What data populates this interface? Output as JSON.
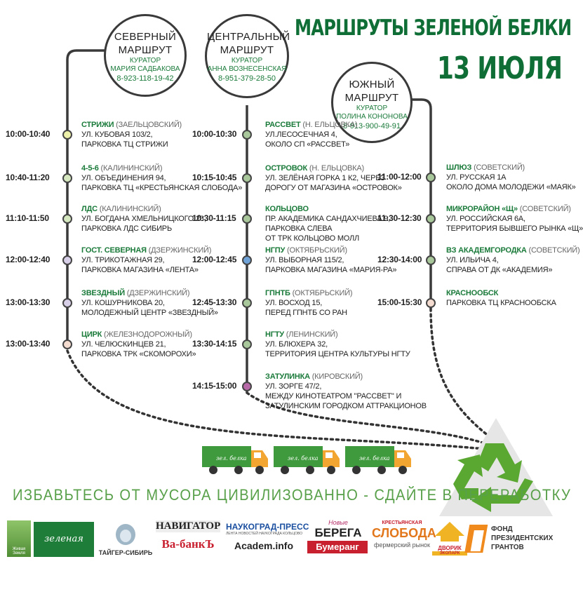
{
  "header": {
    "title": "МАРШРУТЫ ЗЕЛЕНОЙ БЕЛКИ",
    "date": "13 ИЮЛЯ"
  },
  "routes": [
    {
      "name_line1": "СЕВЕРНЫЙ",
      "name_line2": "МАРШРУТ",
      "curator_label": "КУРАТОР",
      "curator_name": "МАРИЯ САДБАКОВА",
      "phone": "8-923-118-19-42",
      "stops": [
        {
          "time": "10:00-10:40",
          "name": "СТРИЖИ",
          "district": " (ЗАЕЛЬЦОВСКИЙ)",
          "lines": [
            "УЛ. КУБОВАЯ 103/2,",
            "ПАРКОВКА ТЦ СТРИЖИ"
          ],
          "color": "#ecf0a8"
        },
        {
          "time": "10:40-11:20",
          "name": "4-5-6",
          "district": " (КАЛИНИНСКИЙ)",
          "lines": [
            "УЛ. ОБЪЕДИНЕНИЯ 94,",
            "ПАРКОВКА ТЦ «КРЕСТЬЯНСКАЯ СЛОБОДА»"
          ],
          "color": "#d5e8c0"
        },
        {
          "time": "11:10-11:50",
          "name": "ЛДС",
          "district": " (КАЛИНИНСКИЙ)",
          "lines": [
            "УЛ. БОГДАНА ХМЕЛЬНИЦКОГО 23,",
            "ПАРКОВКА ЛДС СИБИРЬ"
          ],
          "color": "#d5e8c0"
        },
        {
          "time": "12:00-12:40",
          "name": "ГОСТ. СЕВЕРНАЯ",
          "district": " (ДЗЕРЖИНСКИЙ)",
          "lines": [
            "УЛ. ТРИКОТАЖНАЯ 29,",
            "ПАРКОВКА МАГАЗИНА «ЛЕНТА»"
          ],
          "color": "#d8cfe8"
        },
        {
          "time": "13:00-13:30",
          "name": "ЗВЕЗДНЫЙ",
          "district": " (ДЗЕРЖИНСКИЙ)",
          "lines": [
            "УЛ. КОШУРНИКОВА 20,",
            "МОЛОДЕЖНЫЙ ЦЕНТР «ЗВЕЗДНЫЙ»"
          ],
          "color": "#d8cfe8"
        },
        {
          "time": "13:00-13:40",
          "name": "ЦИРК",
          "district": " (ЖЕЛЕЗНОДОРОЖНЫЙ)",
          "lines": [
            "УЛ. ЧЕЛЮСКИНЦЕВ 21,",
            "ПАРКОВКА ТРК «СКОМОРОХИ»"
          ],
          "color": "#f5dcd0"
        }
      ]
    },
    {
      "name_line1": "ЦЕНТРАЛЬНЫЙ",
      "name_line2": "МАРШРУТ",
      "curator_label": "КУРАТОР",
      "curator_name": "АННА ВОЗНЕСЕНСКАЯ",
      "phone": "8-951-379-28-50",
      "stops": [
        {
          "time": "10:00-10:30",
          "name": "РАССВЕТ",
          "district": " (Н. ЕЛЬЦОВКА)",
          "lines": [
            "УЛ.ЛЕСОСЕЧНАЯ 4,",
            "ОКОЛО СП «РАССВЕТ»"
          ],
          "color": "#a8c79a"
        },
        {
          "time": "10:15-10:45",
          "name": "ОСТРОВОК",
          "district": " (Н. ЕЛЬЦОВКА)",
          "lines": [
            "УЛ. ЗЕЛЁНАЯ ГОРКА 1 К2, ЧЕРЕЗ",
            "ДОРОГУ ОТ МАГАЗИНА «ОСТРОВОК»"
          ],
          "color": "#a8c79a"
        },
        {
          "time": "10:30-11:15",
          "name": "КОЛЬЦОВО",
          "district": "",
          "lines": [
            "ПР. АКАДЕМИКА САНДАХЧИЕВА 9,",
            "ПАРКОВКА СЛЕВА",
            "ОТ ТРК КОЛЬЦОВО МОЛЛ"
          ],
          "color": "#a8c79a"
        },
        {
          "time": "12:00-12:45",
          "name": "НГПУ",
          "district": " (ОКТЯБРЬСКИЙ)",
          "lines": [
            "УЛ. ВЫБОРНАЯ 115/2,",
            "ПАРКОВКА МАГАЗИНА «МАРИЯ-РА»"
          ],
          "color": "#6fa3d8"
        },
        {
          "time": "12:45-13:30",
          "name": "ГПНТБ",
          "district": " (ОКТЯБРЬСКИЙ)",
          "lines": [
            "УЛ. ВОСХОД 15,",
            "ПЕРЕД ГПНТБ СО РАН"
          ],
          "color": "#a8c79a"
        },
        {
          "time": "13:30-14:15",
          "name": "НГТУ",
          "district": " (ЛЕНИНСКИЙ)",
          "lines": [
            "УЛ. БЛЮХЕРА 32,",
            "ТЕРРИТОРИЯ ЦЕНТРА КУЛЬТУРЫ НГТУ"
          ],
          "color": "#a8c79a"
        },
        {
          "time": "14:15-15:00",
          "name": "ЗАТУЛИНКА",
          "district": " (КИРОВСКИЙ)",
          "lines": [
            "УЛ. ЗОРГЕ 47/2,",
            "МЕЖДУ КИНОТЕАТРОМ \"РАССВЕТ\" И",
            "ЗАТУЛИНСКИМ ГОРОДКОМ АТТРАКЦИОНОВ"
          ],
          "color": "#b86aa8"
        }
      ]
    },
    {
      "name_line1": "ЮЖНЫЙ",
      "name_line2": "МАРШРУТ",
      "curator_label": "КУРАТОР",
      "curator_name": "ПОЛИНА КОНОНОВА",
      "phone": "8-913-900-49-91",
      "stops": [
        {
          "time": "11:00-12:00",
          "name": "ШЛЮЗ",
          "district": " (СОВЕТСКИЙ)",
          "lines": [
            "УЛ. РУССКАЯ 1А",
            "ОКОЛО ДОМА МОЛОДЕЖИ «МАЯК»"
          ],
          "color": "#a8c79a"
        },
        {
          "time": "11:30-12:30",
          "name": "МИКРОРАЙОН «Щ»",
          "district": " (СОВЕТСКИЙ)",
          "lines": [
            "УЛ. РОССИЙСКАЯ 6А,",
            "ТЕРРИТОРИЯ БЫВШЕГО РЫНКА «Щ»"
          ],
          "color": "#a8c79a"
        },
        {
          "time": "12:30-14:00",
          "name": "ВЗ АКАДЕМГОРОДКА",
          "district": " (СОВЕТСКИЙ)",
          "lines": [
            "УЛ. ИЛЬИЧА 4,",
            "СПРАВА ОТ ДК «АКАДЕМИЯ»"
          ],
          "color": "#a8c79a"
        },
        {
          "time": "15:00-15:30",
          "name": "КРАСНООБСК",
          "district": "",
          "lines": [
            "ПАРКОВКА ТЦ КРАСНООБСКА"
          ],
          "color": "#f5dcd0"
        }
      ]
    }
  ],
  "slogan": "ИЗБАВЬТЕСЬ ОТ МУСОРА ЦИВИЛИЗОВАННО - СДАЙТЕ В ПЕРЕРАБОТКУ",
  "sponsors": {
    "zhivaya_zemlya": "Живая Земля",
    "zelenaya_belka": "зеленая белка",
    "taiger": "ТАЙГЕР-СИБИРЬ",
    "navigator": "НАВИГАТОР",
    "vabank": "Ва-банкЪ",
    "naukograd": "НАУКОГРАД-ПРЕСС",
    "naukograd_sub": "ЛЕНТА НОВОСТЕЙ НАУКОГРАДА КОЛЬЦОВО",
    "academ": "Academ.info",
    "berega": "БЕРЕГА",
    "berega_top": "Новые",
    "bumerang": "Бумеранг",
    "sloboda_top": "КРЕСТЬЯНСКАЯ",
    "sloboda": "СЛОБОДА",
    "sloboda_sub": "фермерский рынок",
    "dvorik": "ДВОРИК",
    "dvorik_sub": "ЭКОПАРК",
    "fond1": "ФОНД",
    "fond2": "ПРЕЗИДЕНТСКИХ",
    "fond3": "ГРАНТОВ"
  },
  "colors": {
    "brand_green": "#0f6e35",
    "line": "#3a3a3a",
    "truck_green": "#3e9a3c",
    "truck_orange": "#f2a531"
  }
}
